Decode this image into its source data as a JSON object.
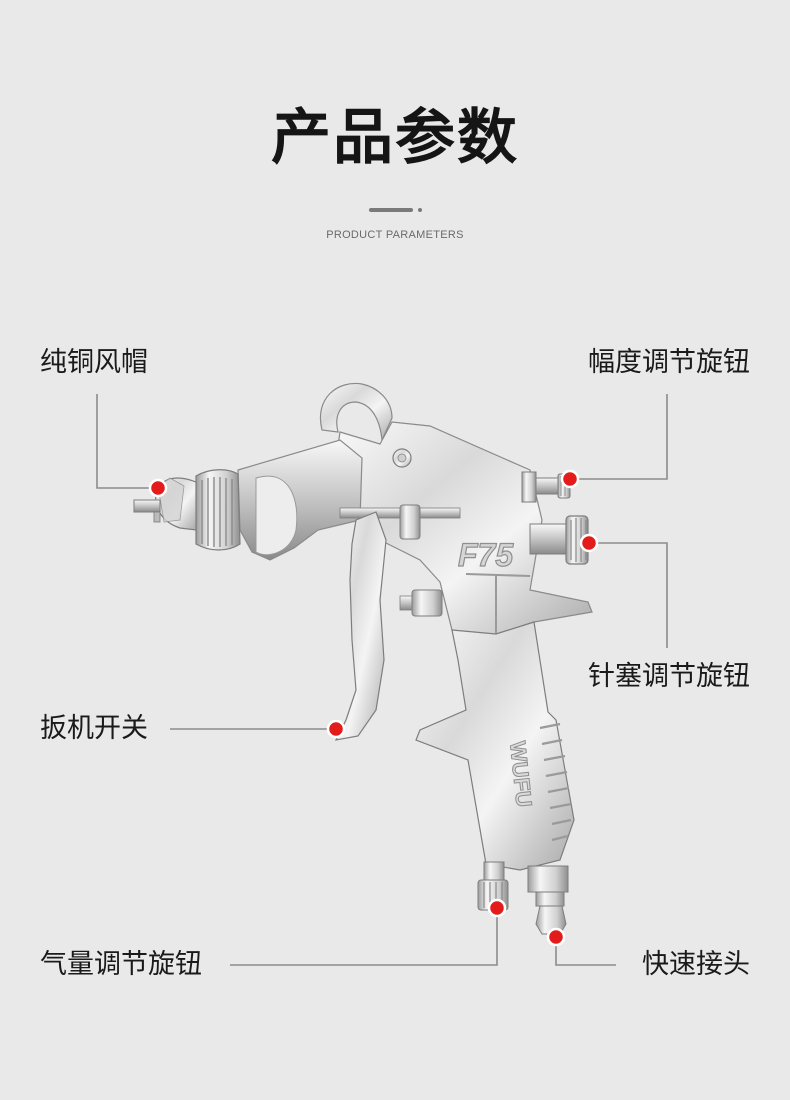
{
  "header": {
    "title": "产品参数",
    "subtitle": "PRODUCT PARAMETERS"
  },
  "product": {
    "model_marking": "F75",
    "brand_marking": "WUFU"
  },
  "callouts": [
    {
      "id": "air-cap",
      "label": "纯铜风帽"
    },
    {
      "id": "fan-knob",
      "label": "幅度调节旋钮"
    },
    {
      "id": "needle-knob",
      "label": "针塞调节旋钮"
    },
    {
      "id": "trigger",
      "label": "扳机开关"
    },
    {
      "id": "air-knob",
      "label": "气量调节旋钮"
    },
    {
      "id": "quick-connector",
      "label": "快速接头"
    }
  ],
  "colors": {
    "background": "#e9e9e9",
    "marker": "#e31b1b",
    "leader_line": "#8c8c8c",
    "text": "#1a1a1a"
  }
}
